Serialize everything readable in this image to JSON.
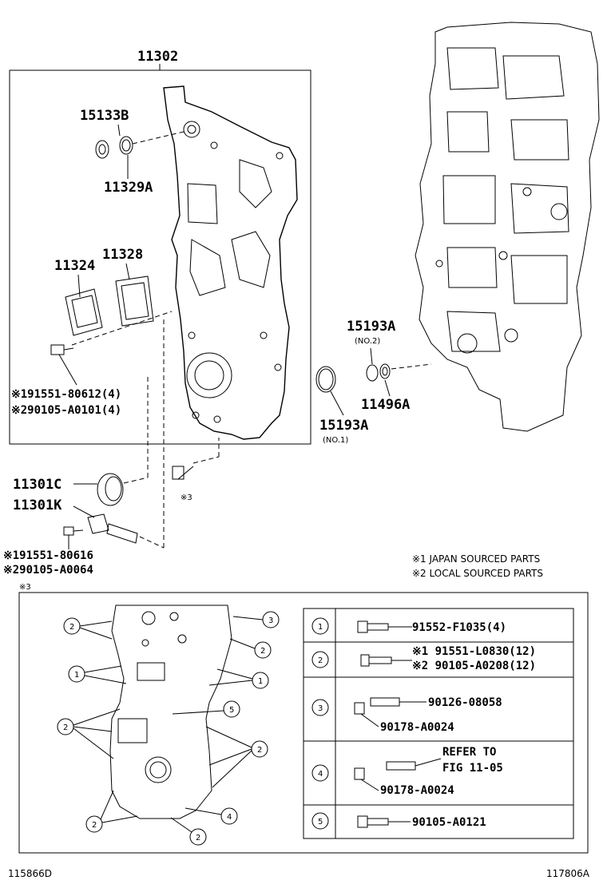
{
  "parts": {
    "assembly": "11302",
    "p15133B": "15133B",
    "p11329A": "11329A",
    "p11324": "11324",
    "p11328": "11328",
    "bolt_a1": "※191551-80612(4)",
    "bolt_a2": "※290105-A0101(4)",
    "p11301C": "11301C",
    "p11301K": "11301K",
    "ref3_bolt": "※3",
    "bolt_b1": "※191551-80616",
    "bolt_b2": "※290105-A0064",
    "p15193A_no2": "15193A",
    "p15193A_no2_sub": "(NO.2)",
    "p11496A": "11496A",
    "p15193A_no1": "15193A",
    "p15193A_no1_sub": "(NO.1)"
  },
  "legend": {
    "japan": "※1 JAPAN SOURCED PARTS",
    "local": "※2 LOCAL SOURCED PARTS",
    "ref3": "※3"
  },
  "bolt_table": {
    "rows": [
      {
        "num": "1",
        "line1": "91552-F1035(4)"
      },
      {
        "num": "2",
        "line1": "※1 91551-L0830(12)",
        "line2": "※2 90105-A0208(12)"
      },
      {
        "num": "3",
        "line1": "90126-08058",
        "line2": "90178-A0024"
      },
      {
        "num": "4",
        "line1": "REFER TO",
        "line1b": "FIG 11-05",
        "line2": "90178-A0024"
      },
      {
        "num": "5",
        "line1": "90105-A0121"
      }
    ]
  },
  "callouts": {
    "c2": "2",
    "c3": "3",
    "c1": "1",
    "c5": "5",
    "c4": "4"
  },
  "footer": {
    "left": "115866D",
    "right": "117806A"
  }
}
